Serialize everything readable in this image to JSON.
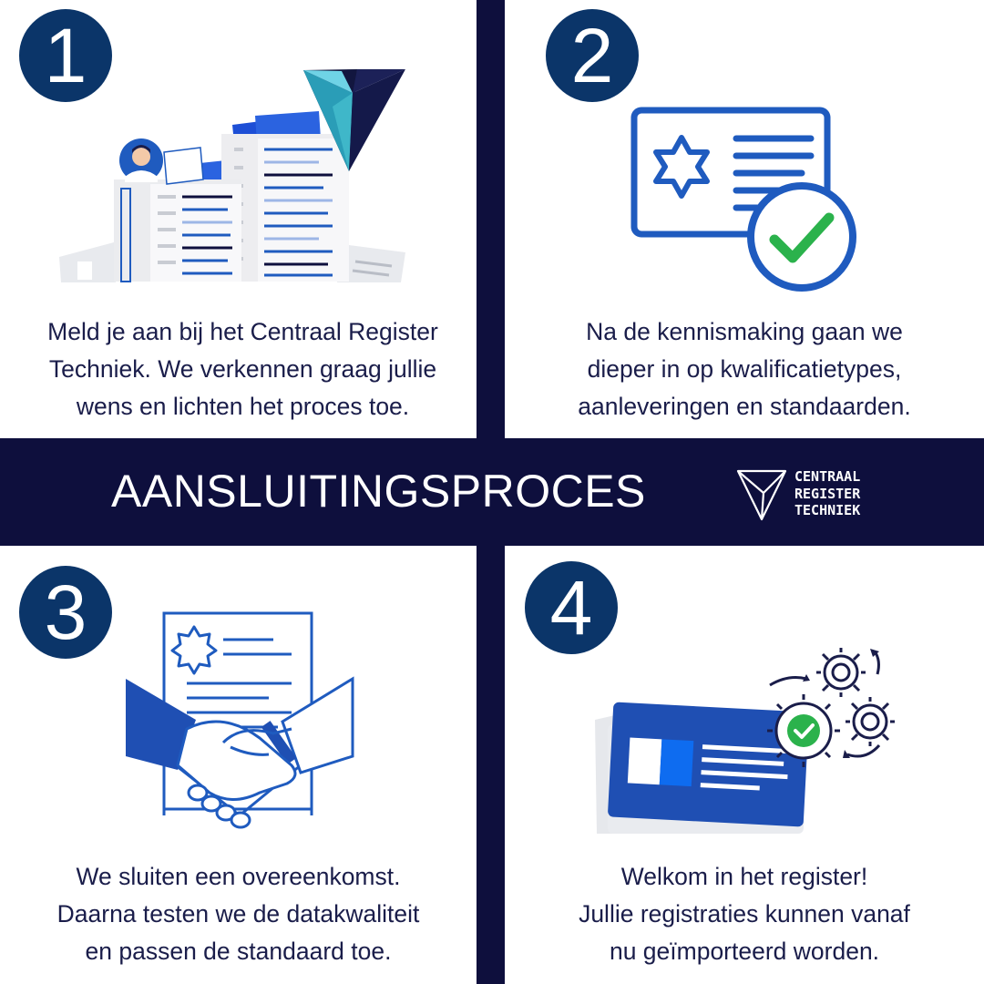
{
  "banner": {
    "title": "AANSLUITINGSPROCES",
    "brand_lines": [
      "CENTRAAL",
      "REGISTER",
      "TECHNIEK"
    ]
  },
  "steps": [
    {
      "number": "1",
      "icon": "register-buildings-icon",
      "lines": [
        "Meld je aan bij het Centraal Register",
        "Techniek. We verkennen graag jullie",
        "wens en lichten het proces toe."
      ]
    },
    {
      "number": "2",
      "icon": "certificate-check-icon",
      "lines": [
        "Na de kennismaking gaan we",
        "dieper in op kwalificatietypes,",
        "aanleveringen en standaarden."
      ]
    },
    {
      "number": "3",
      "icon": "handshake-contract-icon",
      "lines": [
        "We sluiten een overeenkomst.",
        "Daarna testen we de datakwaliteit",
        "en passen de standaard toe."
      ]
    },
    {
      "number": "4",
      "icon": "card-gears-icon",
      "lines": [
        "Welkom in het register!",
        "Jullie registraties kunnen vanaf",
        "nu geïmporteerd worden."
      ]
    }
  ],
  "colors": {
    "navy": "#0e0f3d",
    "circle": "#0b3569",
    "blue": "#1f5bbf",
    "text": "#1a1d4a",
    "green": "#2bb24c",
    "teal": "#3fb7c9"
  }
}
